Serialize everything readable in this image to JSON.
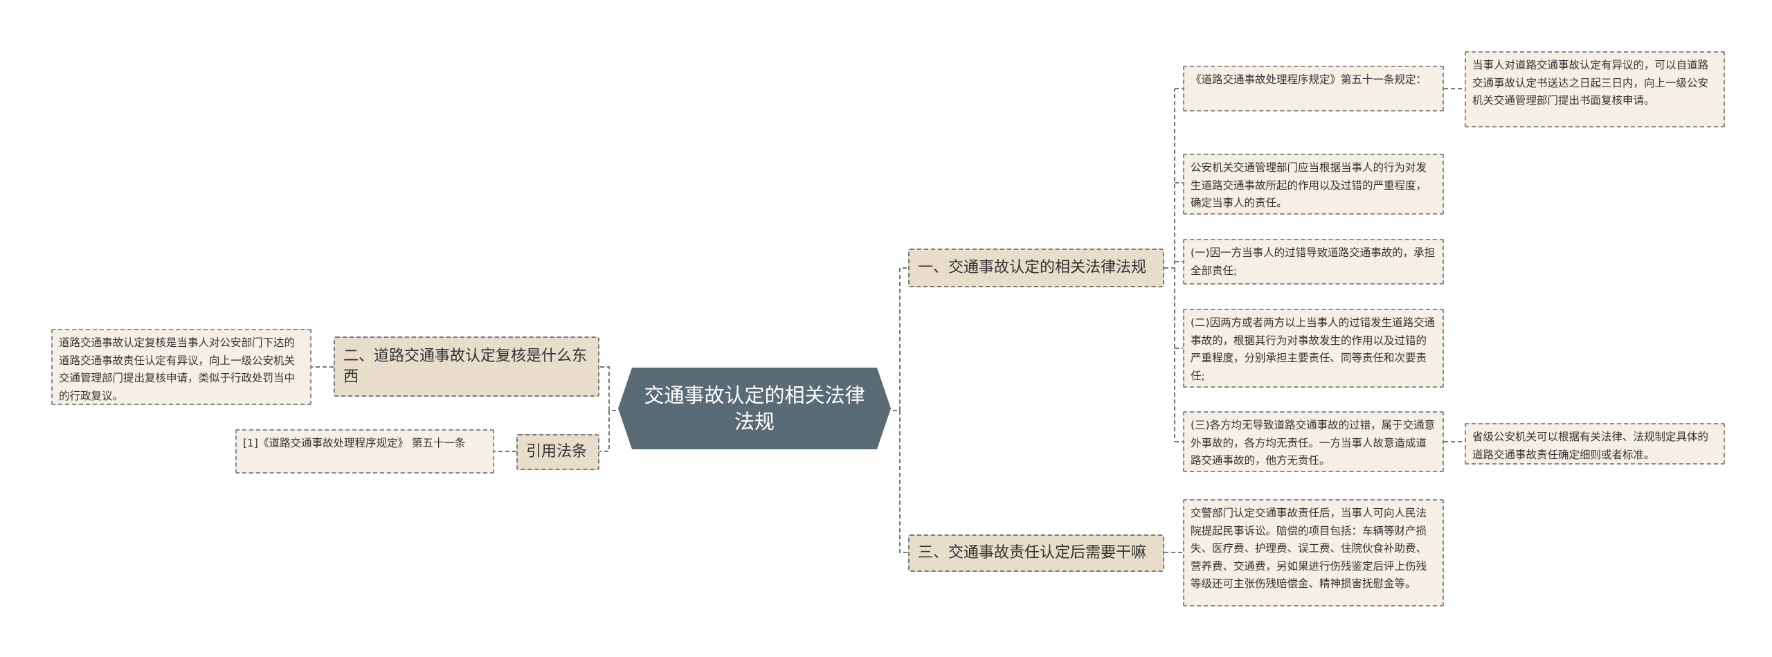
{
  "root": {
    "title": "交通事故认定的相关法律法规"
  },
  "branches": {
    "b1": {
      "label": "一、交通事故认定的相关法律法规"
    },
    "b2": {
      "label": "二、道路交通事故认定复核是什么东西"
    },
    "b3": {
      "label": "引用法条"
    },
    "b4": {
      "label": "三、交通事故责任认定后需要干嘛"
    }
  },
  "leaves": {
    "r1": "《道路交通事故处理程序规定》第五十一条规定：",
    "r1a": "当事人对道路交通事故认定有异议的，可以自道路交通事故认定书送达之日起三日内，向上一级公安机关交通管理部门提出书面复核申请。",
    "r2": "公安机关交通管理部门应当根据当事人的行为对发生道路交通事故所起的作用以及过错的严重程度，确定当事人的责任。",
    "r3": "(一)因一方当事人的过错导致道路交通事故的，承担全部责任;",
    "r4": "(二)因两方或者两方以上当事人的过错发生道路交通事故的，根据其行为对事故发生的作用以及过错的严重程度，分别承担主要责任、同等责任和次要责任;",
    "r5": "(三)各方均无导致道路交通事故的过错，属于交通意外事故的，各方均无责任。一方当事人故意造成道路交通事故的，他方无责任。",
    "r5a": "省级公安机关可以根据有关法律、法规制定具体的道路交通事故责任确定细则或者标准。",
    "r6": "交警部门认定交通事故责任后，当事人可向人民法院提起民事诉讼。赔偿的项目包括：车辆等财产损失、医疗费、护理费、误工费、住院伙食补助费、营养费、交通费，另如果进行伤残鉴定后评上伤残等级还可主张伤残赔偿金、精神损害抚慰金等。",
    "l1": "道路交通事故认定复核是当事人对公安部门下达的道路交通事故责任认定有异议，向上一级公安机关交通管理部门提出复核申请，类似于行政处罚当中的行政复议。",
    "l2": "[1]《道路交通事故处理程序规定》 第五十一条"
  },
  "colors": {
    "root_fill": "#5a6b78",
    "branch_fill": "#e8dccb",
    "leaf_fill": "#f5efe6",
    "connector": "#777777"
  }
}
